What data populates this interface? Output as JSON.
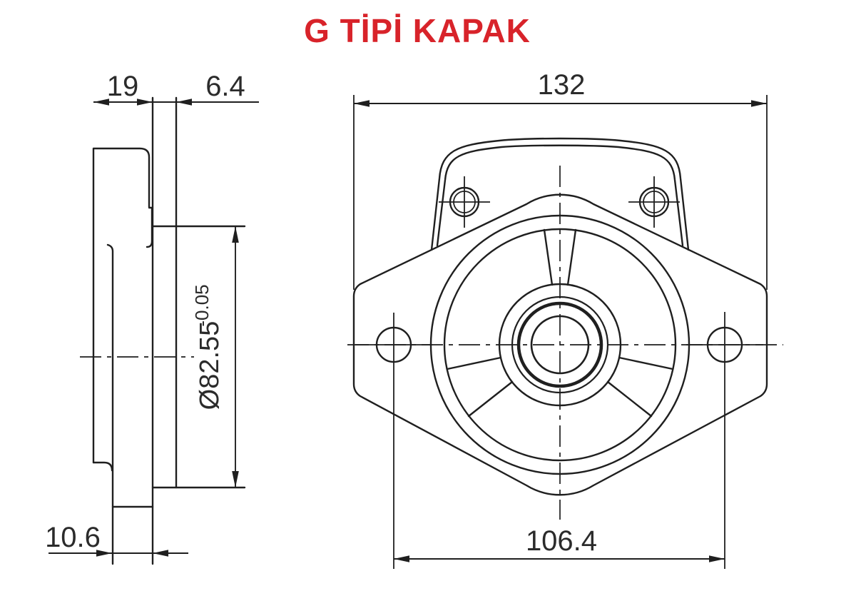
{
  "title": {
    "text": "G TİPİ KAPAK"
  },
  "colors": {
    "title": "#d8232a",
    "ink": "#1f1f1f",
    "background": "#ffffff"
  },
  "drawing": {
    "type": "technical-drawing",
    "part_name": "G type cover (gear pump end cover)",
    "views": [
      "side-section-view",
      "front-view"
    ]
  },
  "dimensions": {
    "flange_thickness": "19",
    "pilot_protrusion": "6.4",
    "plate_thickness": "10.6",
    "pilot_diameter": "Ø82.55",
    "pilot_diameter_tolerance": "-0.05",
    "overall_width": "132",
    "bolt_hole_spacing": "106.4"
  }
}
